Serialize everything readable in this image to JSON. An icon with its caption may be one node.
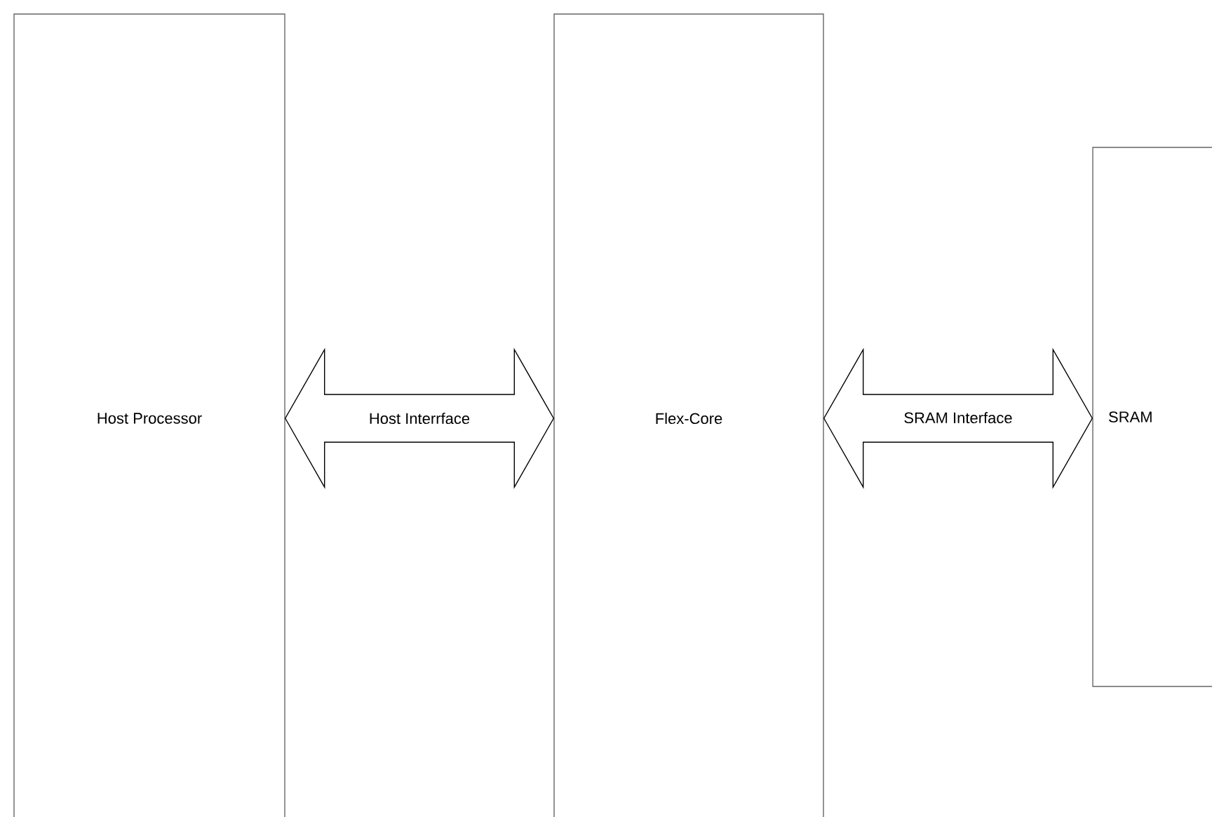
{
  "diagram": {
    "nodes": [
      {
        "text": [
          "Host Processor"
        ]
      },
      {
        "text": [
          "Flex-Core"
        ]
      },
      {
        "text": [
          "SRAM"
        ]
      }
    ],
    "edges": [
      {
        "from": 0,
        "to": 1,
        "arrow": "both",
        "label": "Host Interrface"
      },
      {
        "from": 1,
        "to": 2,
        "arrow": "both",
        "label": "SRAM Interface"
      }
    ]
  }
}
